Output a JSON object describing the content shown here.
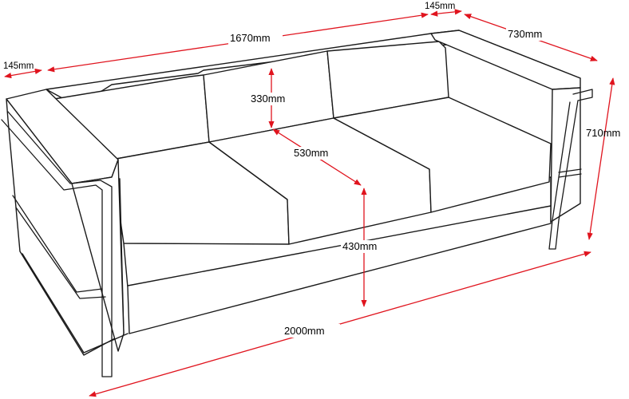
{
  "colors": {
    "dimension": "#e0141e",
    "outline": "#1a1a1a"
  },
  "dimensions": {
    "arm_width_left": "145mm",
    "arm_width_right": "145mm",
    "seat_width": "1670mm",
    "depth": "730mm",
    "back_cushion_height": "330mm",
    "seat_depth": "530mm",
    "seat_height": "430mm",
    "total_width": "2000mm",
    "total_height": "710mm"
  }
}
